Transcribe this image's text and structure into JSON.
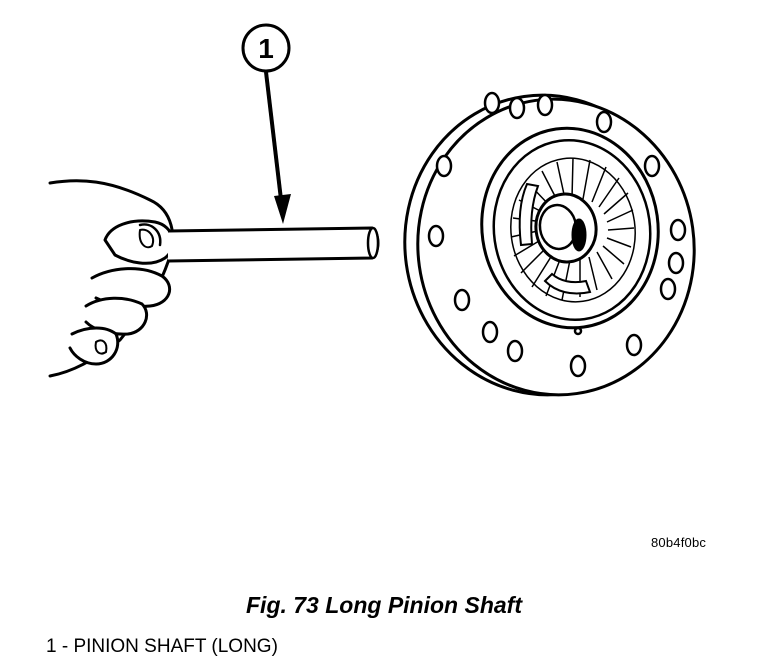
{
  "figure": {
    "callout": "1",
    "image_code": "80b4f0bc",
    "caption": "Fig. 73 Long Pinion Shaft",
    "legend": [
      {
        "text": "1 - PINION SHAFT (LONG)"
      }
    ]
  }
}
